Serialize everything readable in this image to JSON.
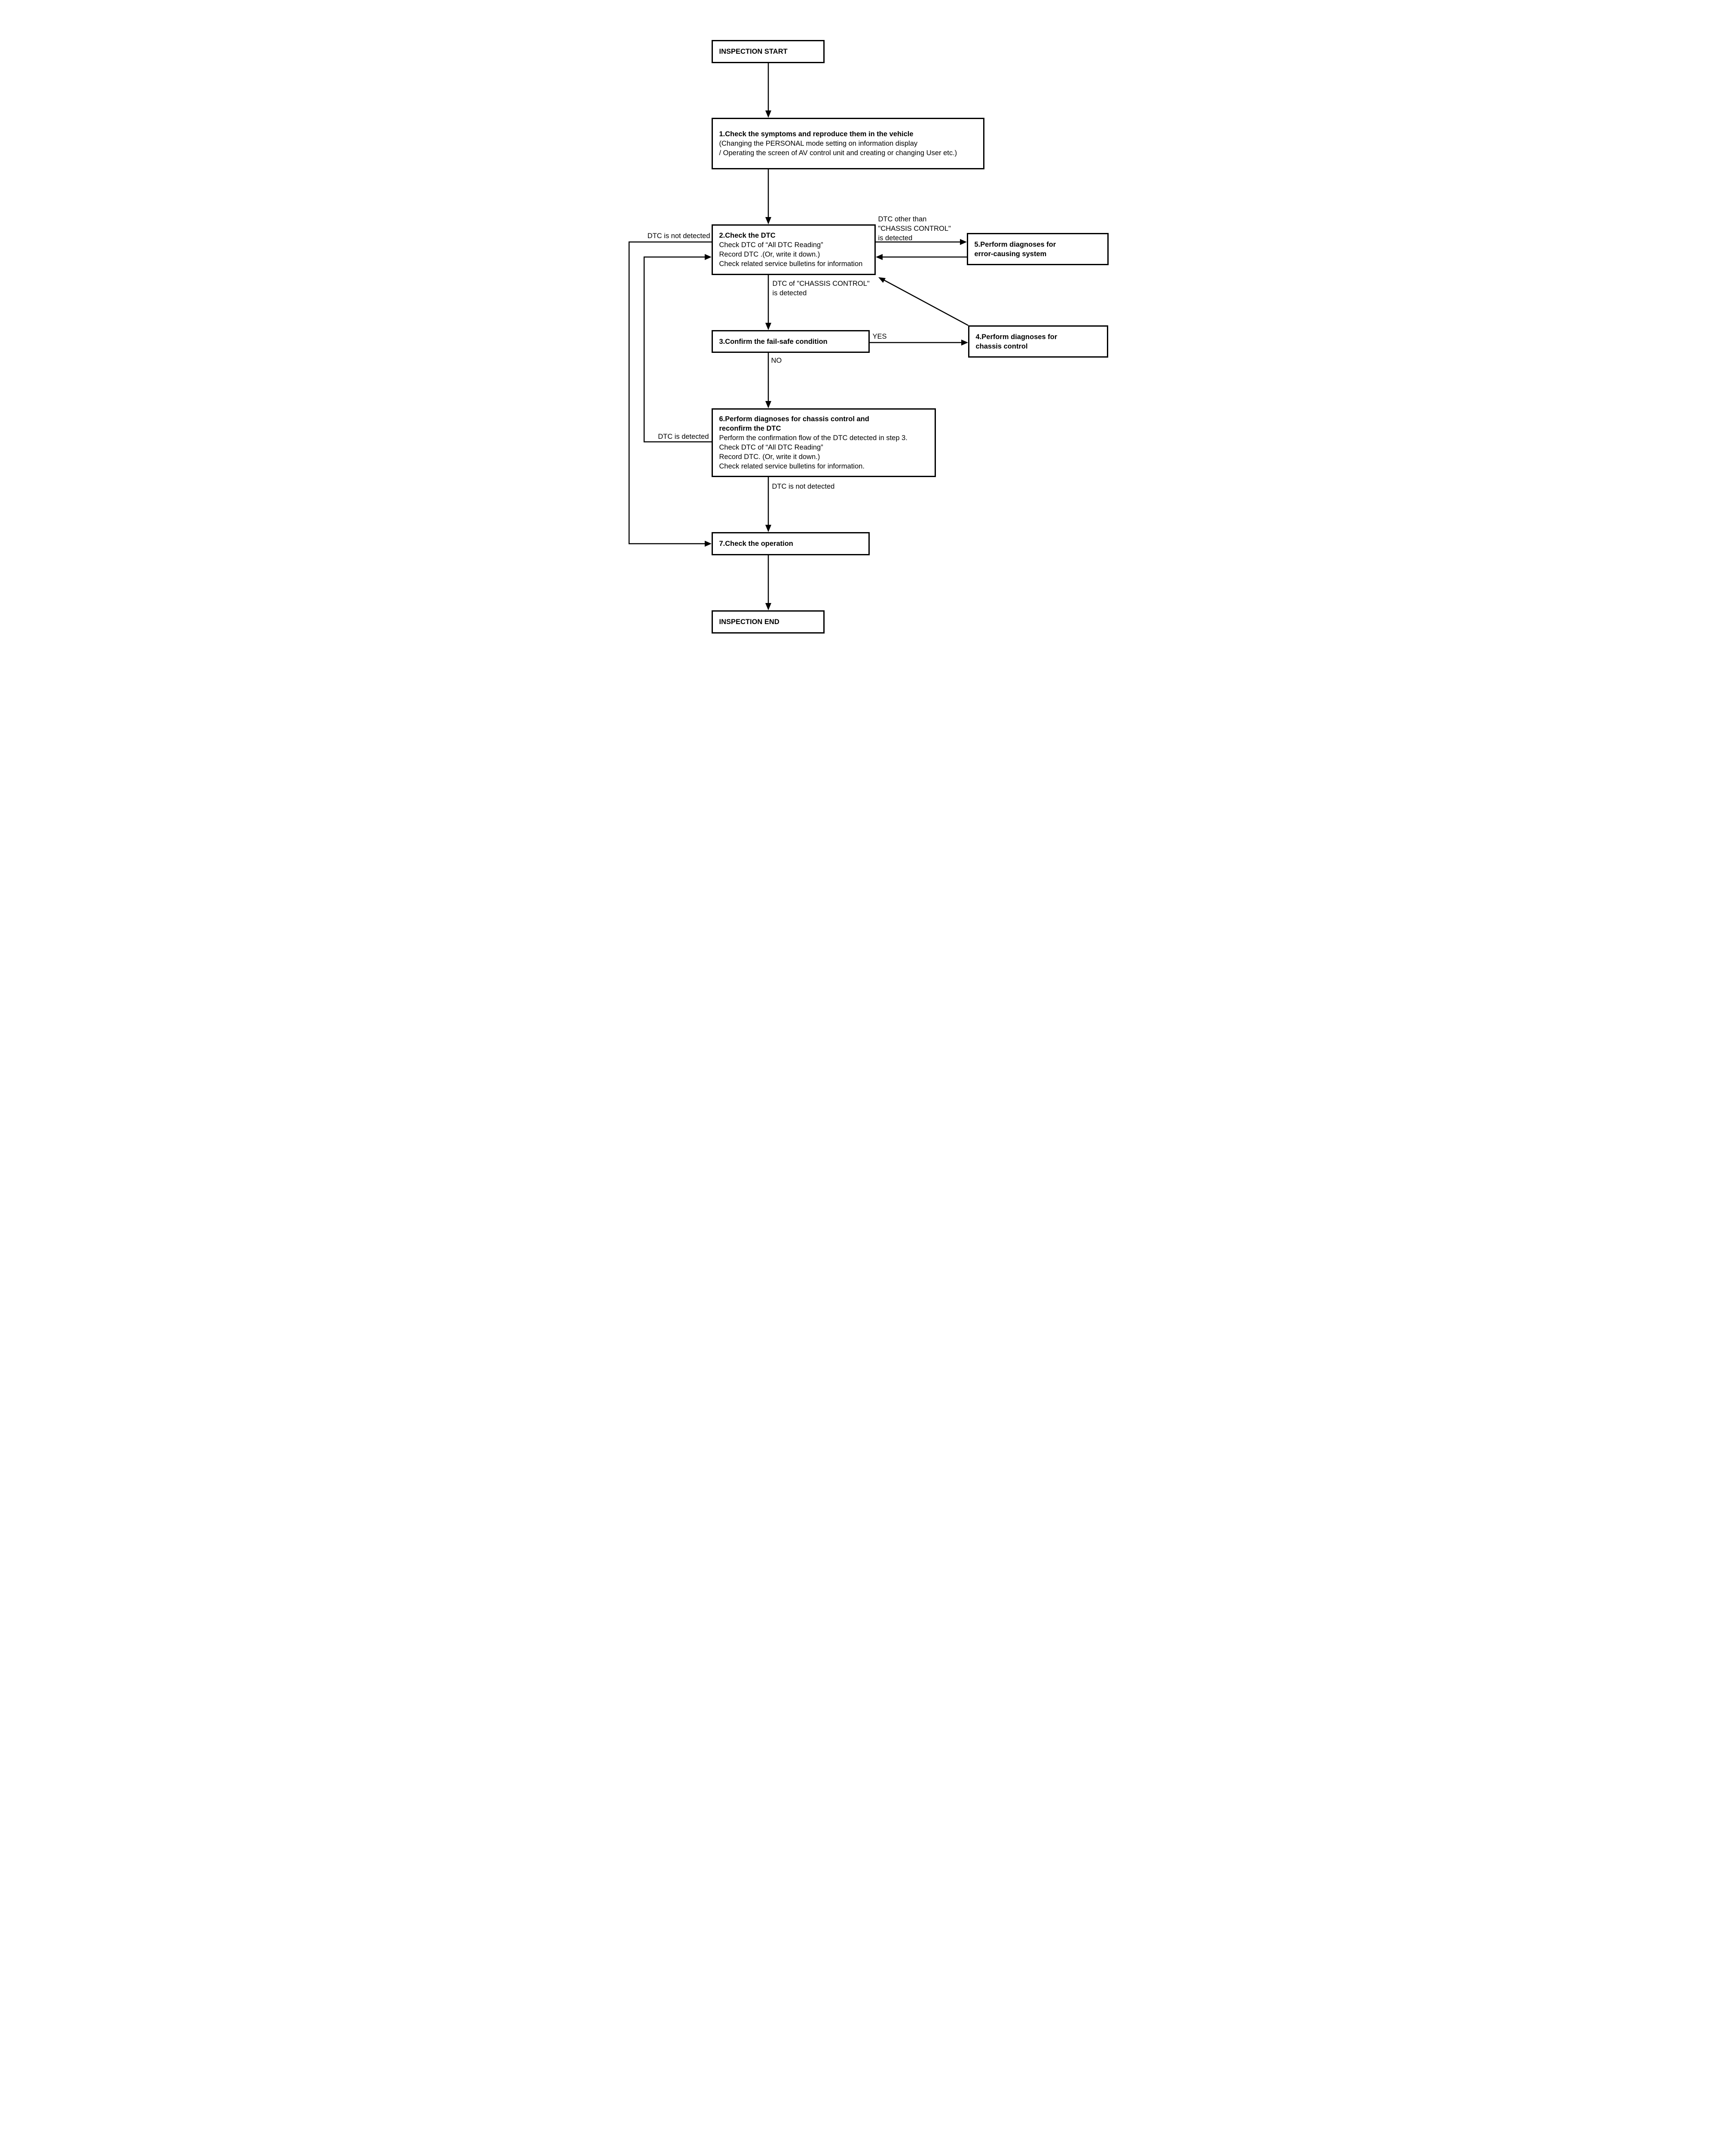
{
  "page": {
    "background_color": "#ffffff",
    "ink_color": "#000000"
  },
  "flowchart": {
    "nodes": {
      "start": {
        "label": "INSPECTION START"
      },
      "step1": {
        "title": "1.Check the symptoms and reproduce them in the vehicle",
        "line2": "(Changing the PERSONAL mode setting on information display",
        "line3": "/ Operating the screen of AV control unit and creating or changing User etc.)"
      },
      "step2": {
        "title": "2.Check the DTC",
        "line2": "Check DTC of “All DTC Reading”",
        "line3": "Record DTC .(Or, write it down.)",
        "line4": "Check related service bulletins for information"
      },
      "step3": {
        "title": "3.Confirm the fail-safe condition"
      },
      "step4": {
        "title_line1": "4.Perform diagnoses for",
        "title_line2": "chassis control"
      },
      "step5": {
        "title_line1": "5.Perform diagnoses for",
        "title_line2": "error-causing system"
      },
      "step6": {
        "title_line1": "6.Perform diagnoses for chassis control and",
        "title_line2": "reconfirm the DTC",
        "line3": "Perform the confirmation flow of the DTC detected in step 3.",
        "line4": "Check DTC of “All DTC Reading”",
        "line5": "Record DTC. (Or, write it down.)",
        "line6": "Check related service bulletins for information."
      },
      "step7": {
        "title": "7.Check the operation"
      },
      "end": {
        "label": "INSPECTION END"
      }
    },
    "edge_labels": {
      "dtc_not_detected_top": "DTC is not detected",
      "dtc_other_than_line1": "DTC other than",
      "dtc_other_than_line2": "\"CHASSIS CONTROL\"",
      "dtc_other_than_line3": "is detected",
      "dtc_chassis_line1": "DTC of \"CHASSIS CONTROL\"",
      "dtc_chassis_line2": "is detected",
      "yes": "YES",
      "no": "NO",
      "dtc_detected": "DTC is detected",
      "dtc_not_detected_bottom": "DTC is not detected"
    }
  }
}
